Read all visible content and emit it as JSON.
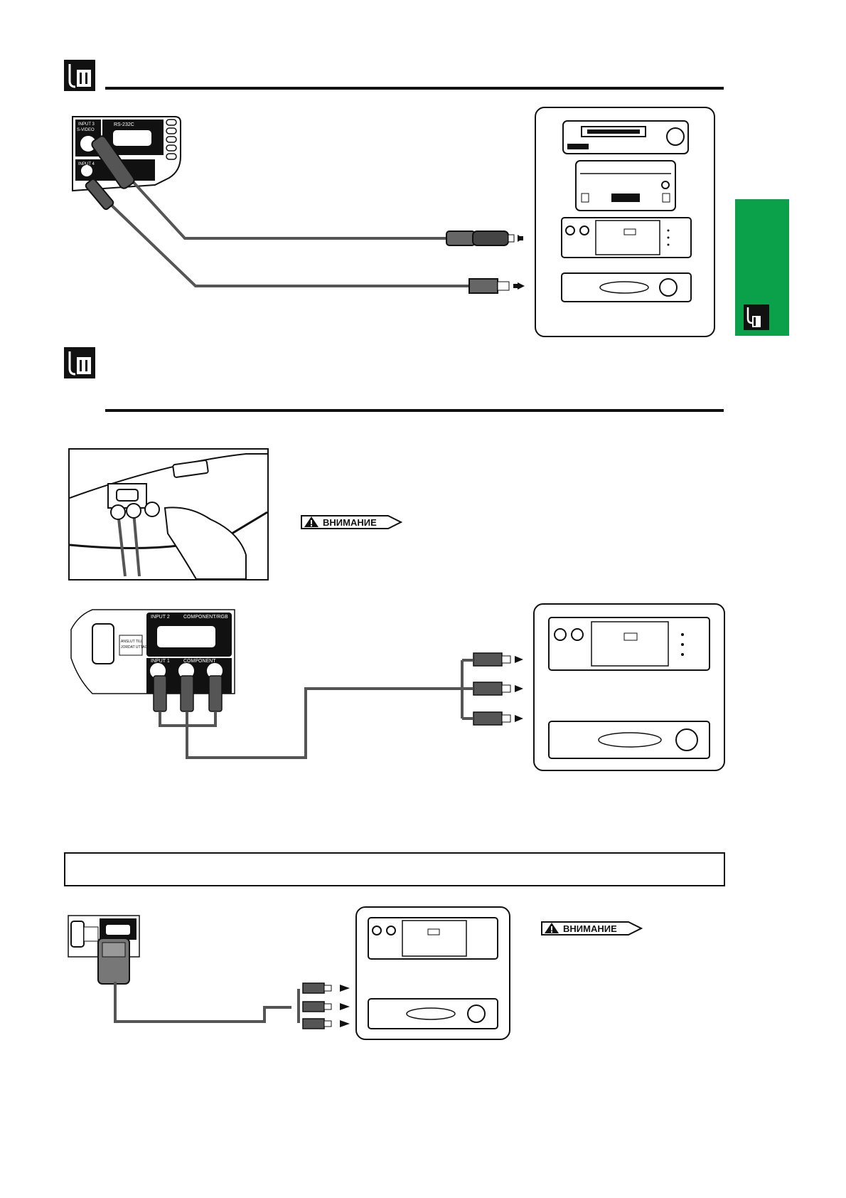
{
  "colors": {
    "green_tab": "#0aa14a",
    "line": "#111111",
    "cable": "#555555"
  },
  "section1": {
    "panel_labels": {
      "input3": "INPUT 3",
      "svideo": "S-VIDEO",
      "rs232": "RS-232C",
      "input4": "INPUT 4"
    },
    "devices": [
      "vcr",
      "laserdisc-player",
      "dvd-player",
      "dtv-decoder"
    ]
  },
  "section2": {
    "warning_label": "ВНИМАНИЕ",
    "panel_labels": {
      "input2": "INPUT 2",
      "component_rgb": "COMPONENT/RGB",
      "input1": "INPUT 1",
      "component": "COMPONENT",
      "ansluttill": "ANSLUT TILL",
      "jordat": "JORDAT UTTAG"
    },
    "devices": [
      "dvd-player",
      "dtv-decoder"
    ]
  },
  "section3": {
    "warning_label": "ВНИМАНИЕ",
    "devices": [
      "dvd-player",
      "dtv-decoder"
    ]
  }
}
